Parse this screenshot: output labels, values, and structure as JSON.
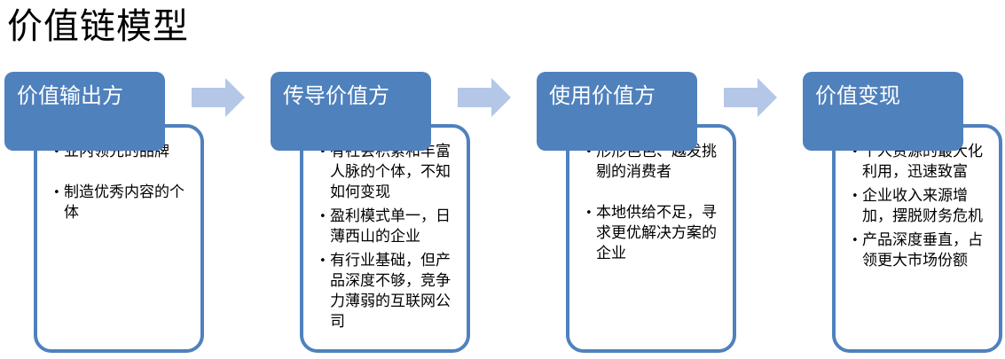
{
  "title": "价值链模型",
  "colors": {
    "header_fill": "#4f81bd",
    "box_border": "#4f81bd",
    "arrow_fill": "#b4c7e7"
  },
  "stages": [
    {
      "header": "价值输出方",
      "items": [
        "业内领先的品牌",
        "制造优秀内容的个体"
      ]
    },
    {
      "header": "传导价值方",
      "items": [
        "有社会积累和丰富人脉的个体，不知如何变现",
        "盈利模式单一，日薄西山的企业",
        "有行业基础，但产品深度不够，竞争力薄弱的互联网公司"
      ]
    },
    {
      "header": "使用价值方",
      "items": [
        "形形色色、越发挑剔的消费者",
        "本地供给不足，寻求更优解决方案的企业"
      ]
    },
    {
      "header": "价值变现",
      "items": [
        "个人资源的最大化利用，迅速致富",
        "企业收入来源增加，摆脱财务危机",
        "产品深度垂直，占领更大市场份额"
      ]
    }
  ],
  "bullet_char": "•"
}
